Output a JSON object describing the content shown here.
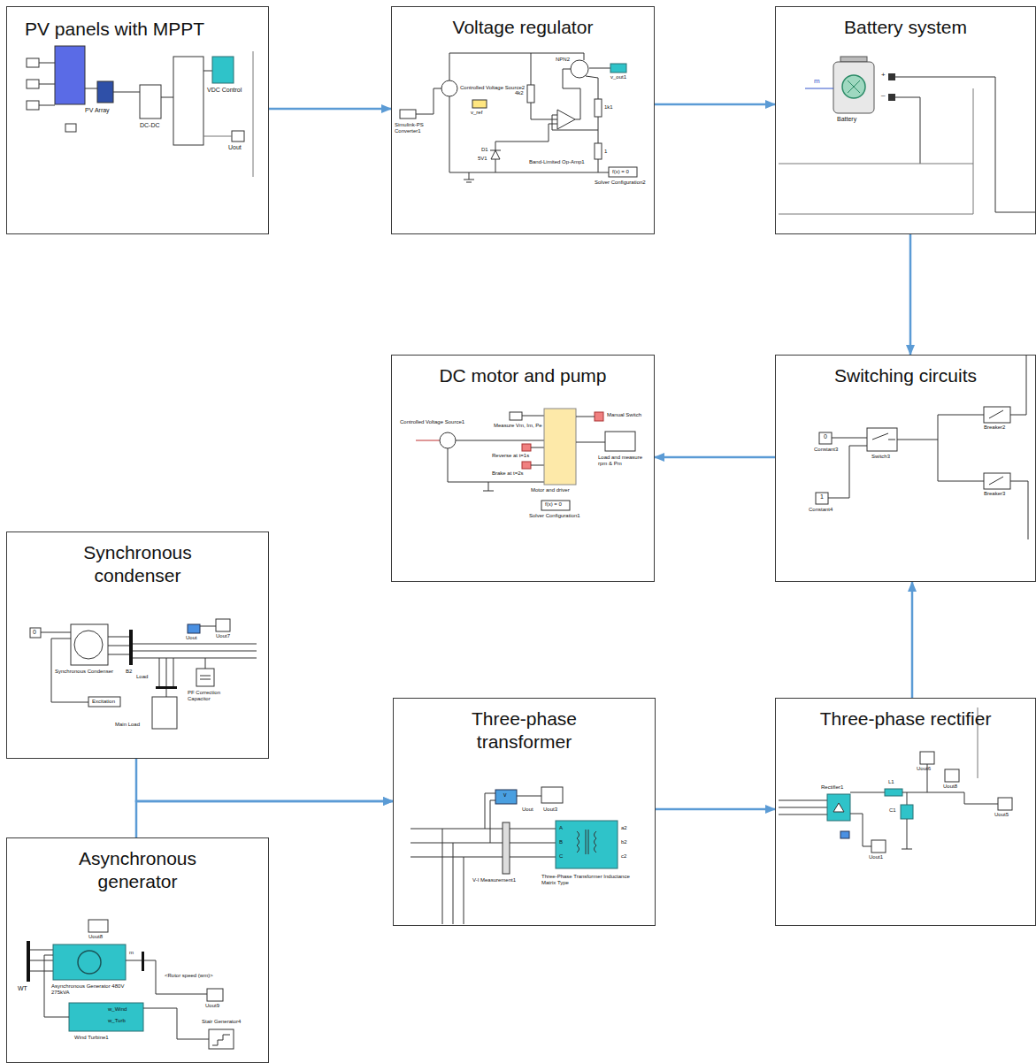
{
  "diagram": {
    "nodes": [
      {
        "text": [
          "PV panels with MPPT"
        ]
      },
      {
        "text": [
          "Voltage regulator"
        ]
      },
      {
        "text": [
          "Battery system"
        ]
      },
      {
        "text": [
          "DC motor and pump"
        ]
      },
      {
        "text": [
          "Switching circuits"
        ]
      },
      {
        "text": [
          "Synchronous condenser"
        ]
      },
      {
        "text": [
          "Three-phase transformer"
        ]
      },
      {
        "text": [
          "Three-phase rectifier"
        ]
      },
      {
        "text": [
          "Asynchronous generator"
        ]
      }
    ],
    "edges": [
      {
        "from": 0,
        "to": 1,
        "arrow": "to"
      },
      {
        "from": 1,
        "to": 2,
        "arrow": "to"
      },
      {
        "from": 2,
        "to": 4,
        "arrow": "to"
      },
      {
        "from": 4,
        "to": 3,
        "arrow": "to"
      },
      {
        "from": 7,
        "to": 4,
        "arrow": "to"
      },
      {
        "from": 6,
        "to": 7,
        "arrow": "to"
      },
      {
        "from": 5,
        "to": 6,
        "arrow": "to"
      },
      {
        "from": 8,
        "to": 6,
        "arrow": "to"
      }
    ],
    "labels": [
      "PV Array",
      "DC-DC",
      "VDC Control",
      "Uout",
      "Controlled Voltage Source2",
      "v_ref",
      "Simulink-PS Converter1",
      "4k2",
      "NPN2",
      "1k1",
      "Band-Limited Op-Amp1",
      "D1",
      "5V1",
      "1",
      "v_out1",
      "f(x) = 0",
      "Solver Configuration2",
      "m",
      "Battery",
      "+",
      "_",
      "Controlled Voltage Source1",
      "Measure Vm, Im, Pe",
      "Reverse at t=1s",
      "Brake at t=2s",
      "Motor and driver",
      "Manual Switch",
      "Load and measure rpm & Pm",
      "f(x) = 0",
      "Solver Configuration1",
      "0",
      "Constant3",
      "Switch3",
      "Breaker2",
      "1",
      "Constant4",
      "Breaker3",
      "0",
      "Synchronous Condenser",
      "Excitation",
      "B2",
      "Uout",
      "Uout7",
      "PF Correction Capacitor",
      "Load",
      "Main Load",
      "v",
      "Uout",
      "Uout3",
      "V-I Measurement1",
      "A",
      "B",
      "C",
      "a2",
      "b2",
      "c2",
      "Three-Phase Transformer Inductance Matrix Type",
      "Rectifier1",
      "L1",
      "C1",
      "Uout6",
      "Uout8",
      "Uout5",
      "Uout1",
      "WT",
      "Uout8",
      "Asynchronous Generator 480V 275kVA",
      "m",
      "<Rotor speed (wm)>",
      "Uout9",
      "w_Wind",
      "w_Turb",
      "Wind Turbine1",
      "Stair Generator4"
    ]
  }
}
